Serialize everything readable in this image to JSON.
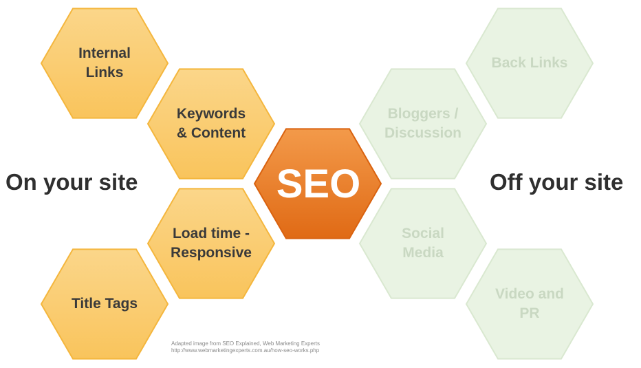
{
  "diagram": {
    "center": {
      "label": "SEO"
    },
    "left_heading": "On your site",
    "right_heading": "Off your site",
    "on_site": [
      {
        "label": "Internal\nLinks"
      },
      {
        "label": "Keywords\n& Content"
      },
      {
        "label": "Load time -\nResponsive"
      },
      {
        "label": "Title Tags"
      }
    ],
    "off_site": [
      {
        "label": "Back Links"
      },
      {
        "label": "Bloggers /\nDiscussion"
      },
      {
        "label": "Social\nMedia"
      },
      {
        "label": "Video and\nPR"
      }
    ],
    "credit_line1": "Adapted image from SEO Explained, Web Marketing Experts",
    "credit_line2": "http://www.webmarketingexperts.com.au/how-seo-works.php"
  },
  "colors": {
    "orange_fill_top": "#fbd68a",
    "orange_fill_bottom": "#f9c45c",
    "orange_stroke": "#f4b63d",
    "green_fill": "#e9f3e3",
    "green_stroke": "#d9e8d0",
    "seo_fill_top": "#f39a4a",
    "seo_fill_bottom": "#e06a15"
  }
}
